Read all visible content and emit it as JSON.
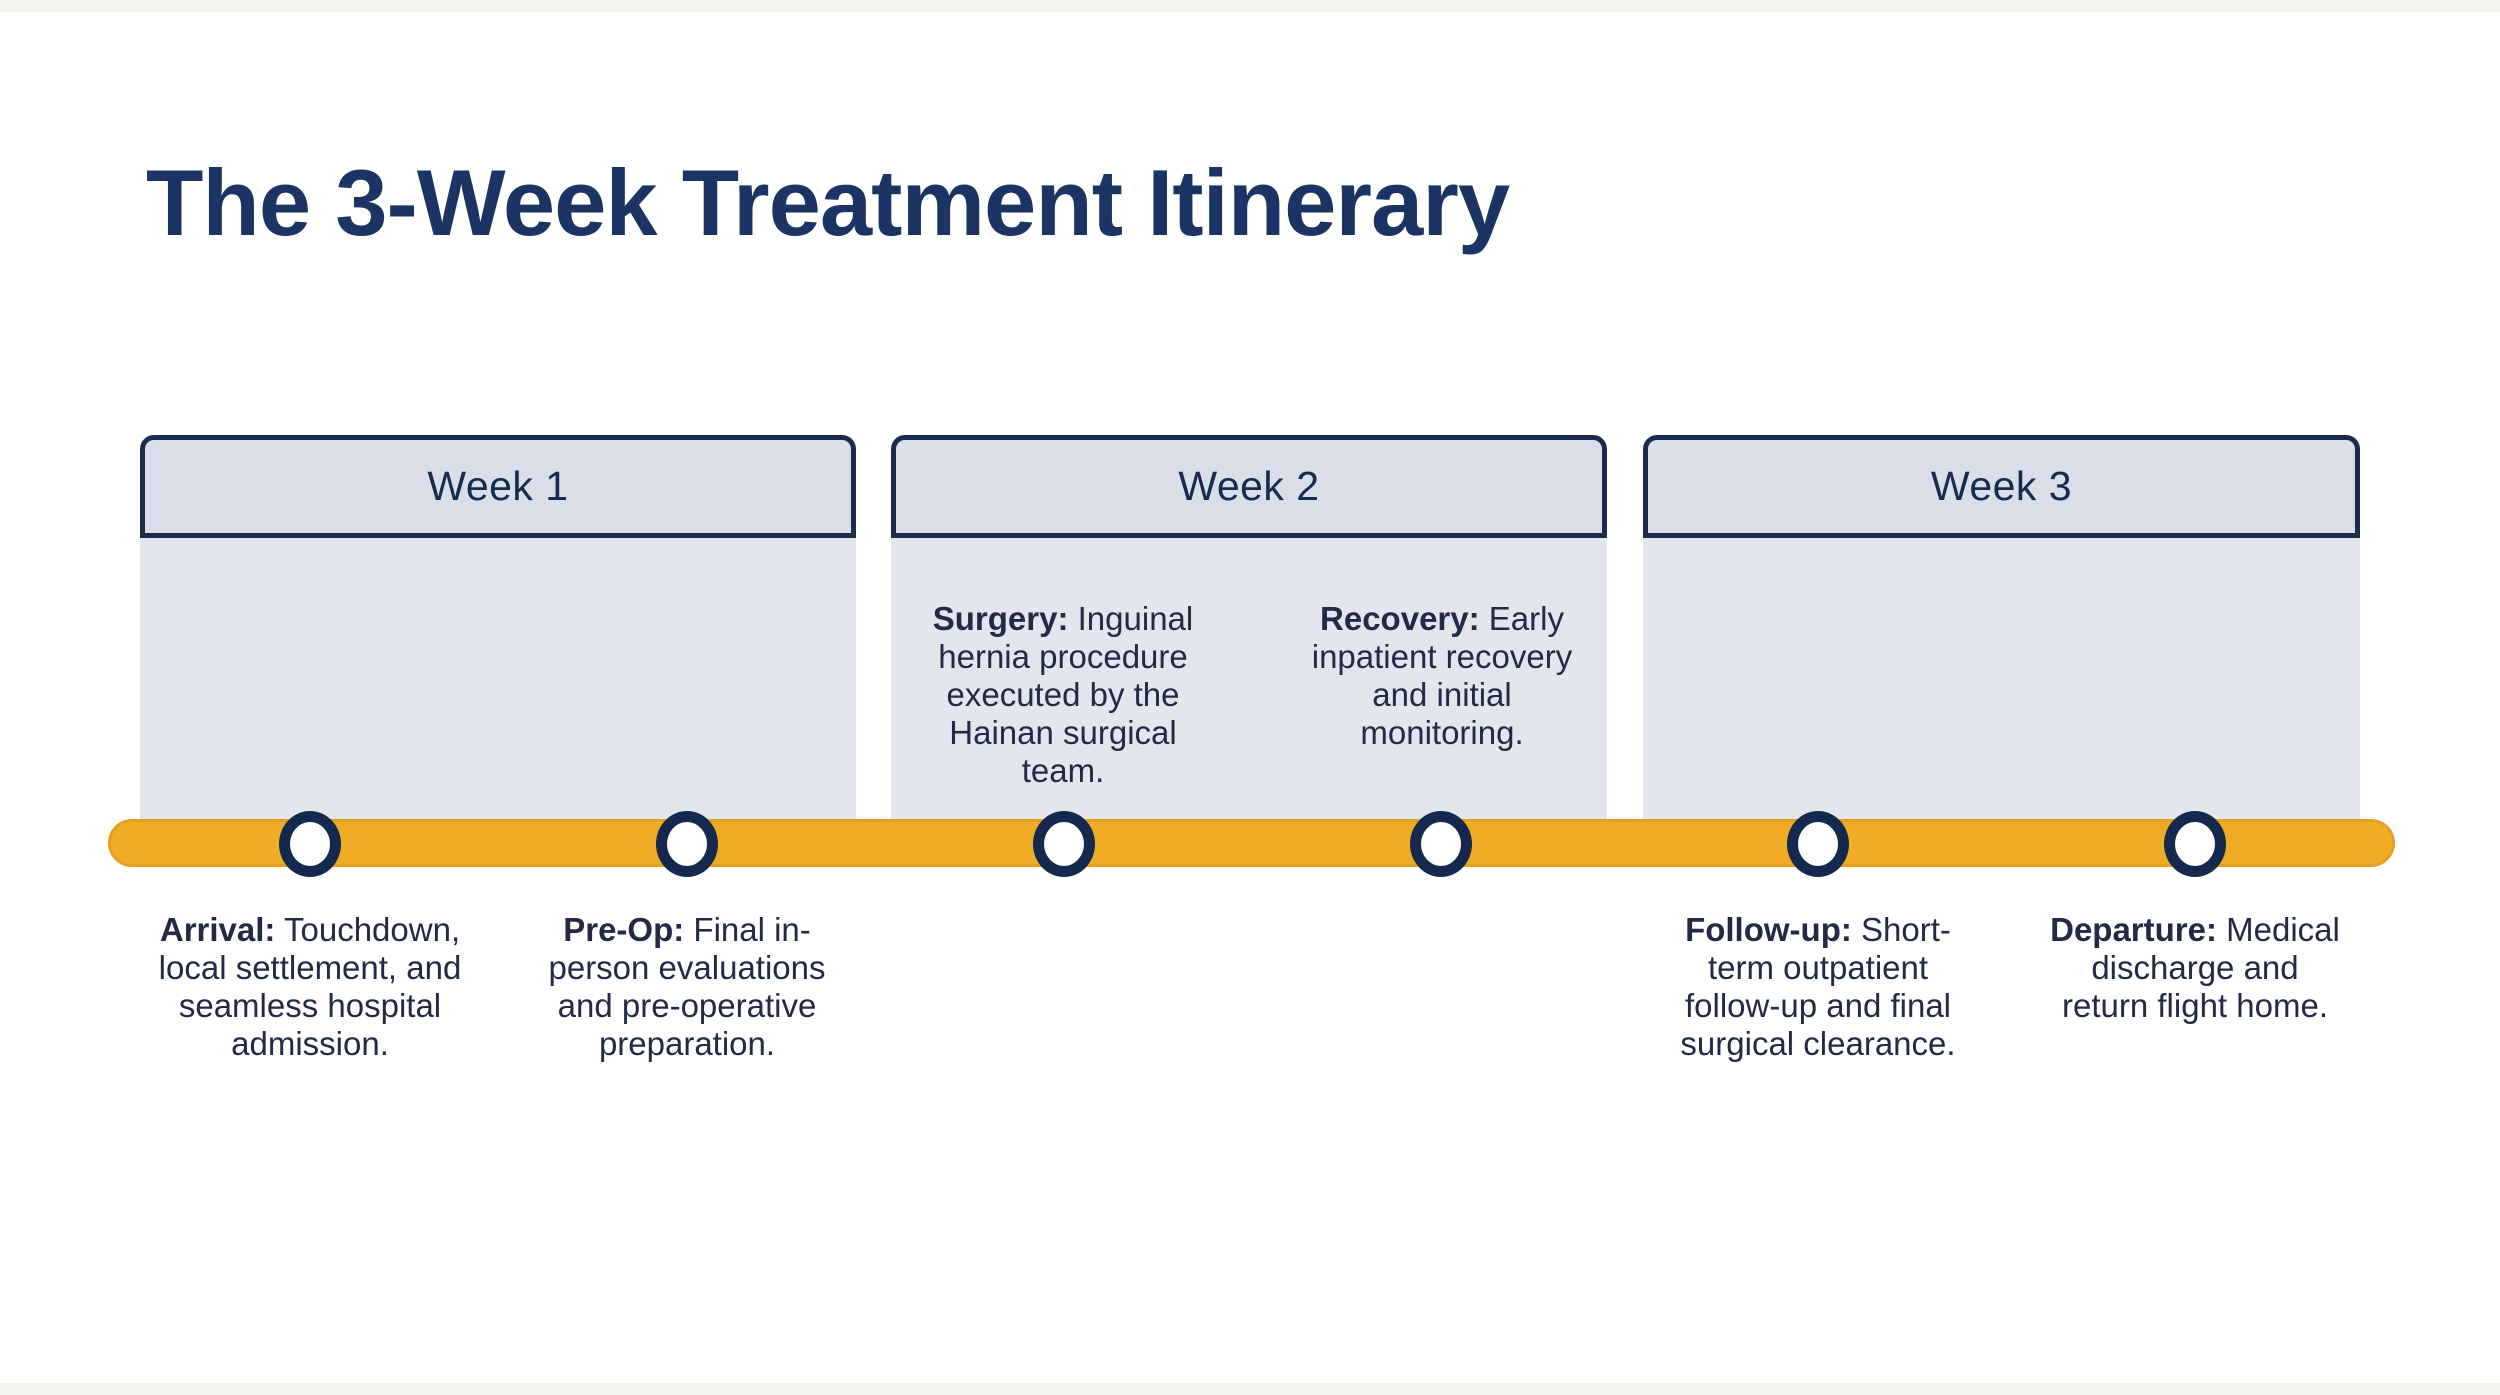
{
  "title": "The 3-Week Treatment Itinerary",
  "weeks": [
    {
      "label": "Week 1"
    },
    {
      "label": "Week 2"
    },
    {
      "label": "Week 3"
    }
  ],
  "events": [
    {
      "id": "arrival",
      "label": "Arrival:",
      "description": "Touchdown, local settlement, and seamless hospital admission.",
      "placement": "below-line",
      "week": "Week 1"
    },
    {
      "id": "pre-op",
      "label": "Pre-Op:",
      "description": "Final in-person evaluations and pre-operative preparation.",
      "placement": "below-line",
      "week": "Week 1"
    },
    {
      "id": "surgery",
      "label": "Surgery:",
      "description": "Inguinal hernia procedure executed by the Hainan surgical team.",
      "placement": "above-line",
      "week": "Week 2"
    },
    {
      "id": "recovery",
      "label": "Recovery:",
      "description": "Early inpatient recovery and initial monitoring.",
      "placement": "above-line",
      "week": "Week 2"
    },
    {
      "id": "follow-up",
      "label": "Follow-up:",
      "description": "Short-term outpatient follow-up and final surgical clearance.",
      "placement": "below-line",
      "week": "Week 3"
    },
    {
      "id": "departure",
      "label": "Departure:",
      "description": "Medical discharge and return flight home.",
      "placement": "below-line",
      "week": "Week 3"
    }
  ],
  "colors": {
    "title_navy": "#1c3464",
    "border_navy": "#1b2b4c",
    "marker_navy": "#14294d",
    "text_navy": "#212b47",
    "header_text": "#152c50",
    "amber": "#f0ab26",
    "amber_edge": "#e3a11f",
    "header_bg": "#d9dee9",
    "body_bg": "#e4e6ed",
    "background": "#ffffff",
    "edge_gray": "#f4f4f1"
  }
}
